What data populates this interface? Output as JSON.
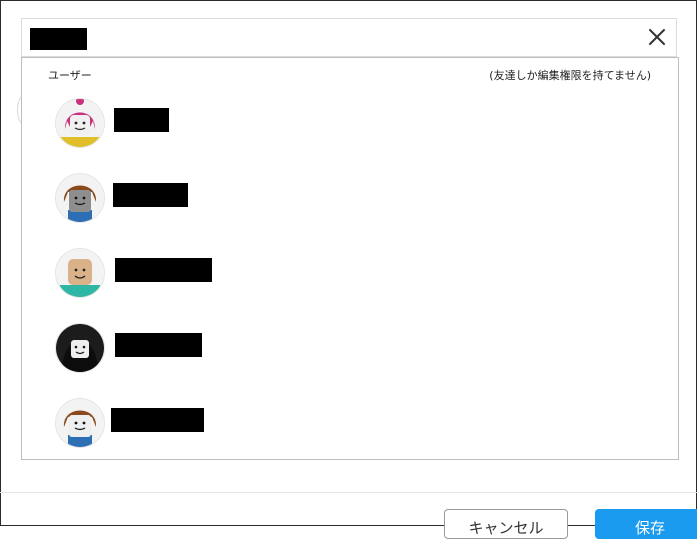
{
  "search": {
    "value": ""
  },
  "header": {
    "label": "ユーザー",
    "note": "(友達しか編集権限を持てません)"
  },
  "users": [
    {
      "name": "",
      "avatar": "pink-hair-avatar"
    },
    {
      "name": "",
      "avatar": "brown-hair-gray-face-avatar"
    },
    {
      "name": "",
      "avatar": "bald-avatar"
    },
    {
      "name": "",
      "avatar": "dark-hair-avatar"
    },
    {
      "name": "",
      "avatar": "brown-hair-avatar"
    }
  ],
  "footer": {
    "cancel_label": "キャンセル",
    "save_label": "保存"
  },
  "icons": {
    "close": "close-icon"
  },
  "colors": {
    "save": "#1a9bf0",
    "border": "#bdbdbd"
  }
}
